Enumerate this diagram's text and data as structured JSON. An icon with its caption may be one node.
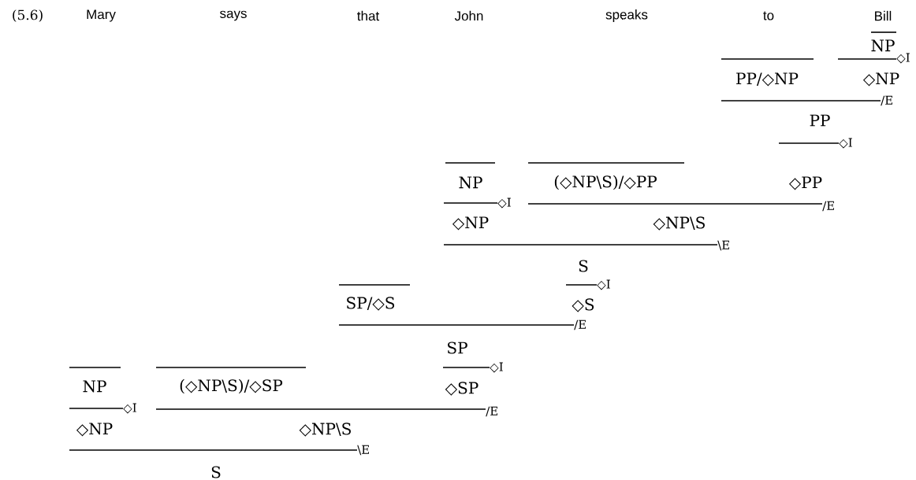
{
  "diagram": {
    "labels": [
      "(5.6)",
      "Mary",
      "says",
      "that",
      "John",
      "speaks",
      "to",
      "Bill",
      "NP",
      "◇I",
      "PP/◇NP",
      "◇NP",
      "/E",
      "PP",
      "◇I",
      "NP",
      "(◇NP\\S)/◇PP",
      "◇PP",
      "◇I",
      "/E",
      "◇NP",
      "◇NP\\S",
      "\\E",
      "S",
      "◇I",
      "SP/◇S",
      "◇S",
      "/E",
      "SP",
      "◇I",
      "NP",
      "(◇NP\\S)/◇SP",
      "◇SP",
      "◇I",
      "/E",
      "◇NP",
      "◇NP\\S",
      "\\E",
      "S"
    ]
  }
}
